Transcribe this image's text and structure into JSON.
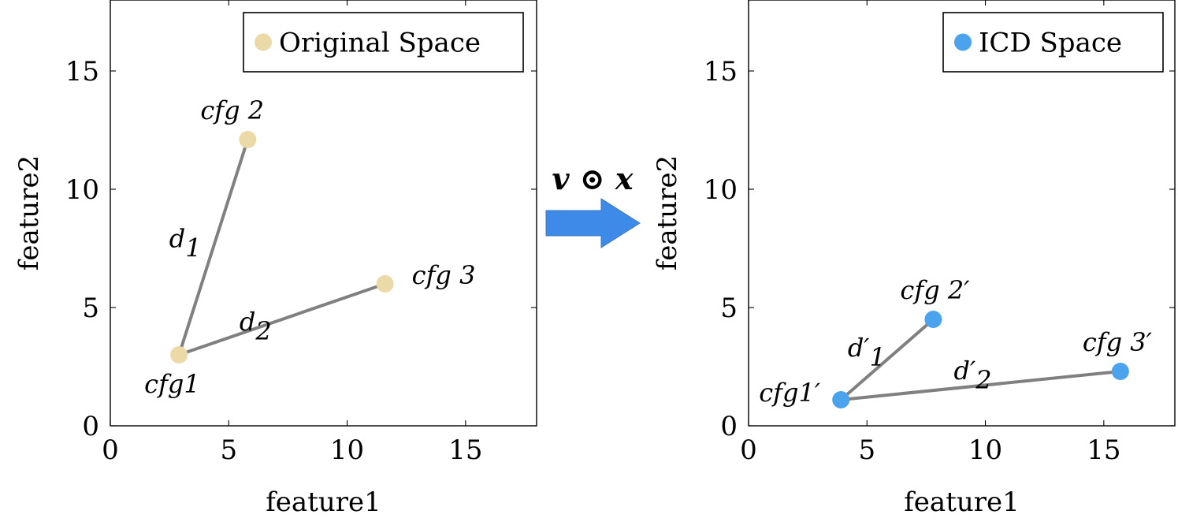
{
  "chart_data": [
    {
      "type": "scatter",
      "xlabel": "feature1",
      "ylabel": "feature2",
      "xlim": [
        0,
        18
      ],
      "ylim": [
        0,
        18
      ],
      "xticks": [
        0,
        5,
        10,
        15
      ],
      "yticks": [
        0,
        5,
        10,
        15
      ],
      "legend": {
        "label": "Original Space",
        "placement": "top-right"
      },
      "marker_color": "#ecd9a8",
      "line_color": "#808080",
      "points": [
        {
          "label": "cfg1",
          "x": 2.9,
          "y": 3.0
        },
        {
          "label": "cfg 2",
          "x": 5.8,
          "y": 12.1
        },
        {
          "label": "cfg 3",
          "x": 11.6,
          "y": 6.0
        }
      ],
      "segments": [
        {
          "label": "d1",
          "from": 0,
          "to": 1
        },
        {
          "label": "d2",
          "from": 0,
          "to": 2
        }
      ]
    },
    {
      "type": "scatter",
      "xlabel": "feature1",
      "ylabel": "feature2",
      "xlim": [
        0,
        18
      ],
      "ylim": [
        0,
        18
      ],
      "xticks": [
        0,
        5,
        10,
        15
      ],
      "yticks": [
        0,
        5,
        10,
        15
      ],
      "legend": {
        "label": "ICD Space",
        "placement": "top-right"
      },
      "marker_color": "#4ba3ee",
      "line_color": "#808080",
      "points": [
        {
          "label": "cfg1′",
          "x": 3.9,
          "y": 1.1
        },
        {
          "label": "cfg 2′",
          "x": 7.8,
          "y": 4.5
        },
        {
          "label": "cfg 3′",
          "x": 15.7,
          "y": 2.3
        }
      ],
      "segments": [
        {
          "label": "d′1",
          "from": 0,
          "to": 1
        },
        {
          "label": "d′2",
          "from": 0,
          "to": 2
        }
      ]
    }
  ],
  "transform": {
    "label": "v ⊙ x",
    "arrow_color": "#3d8ae8"
  }
}
